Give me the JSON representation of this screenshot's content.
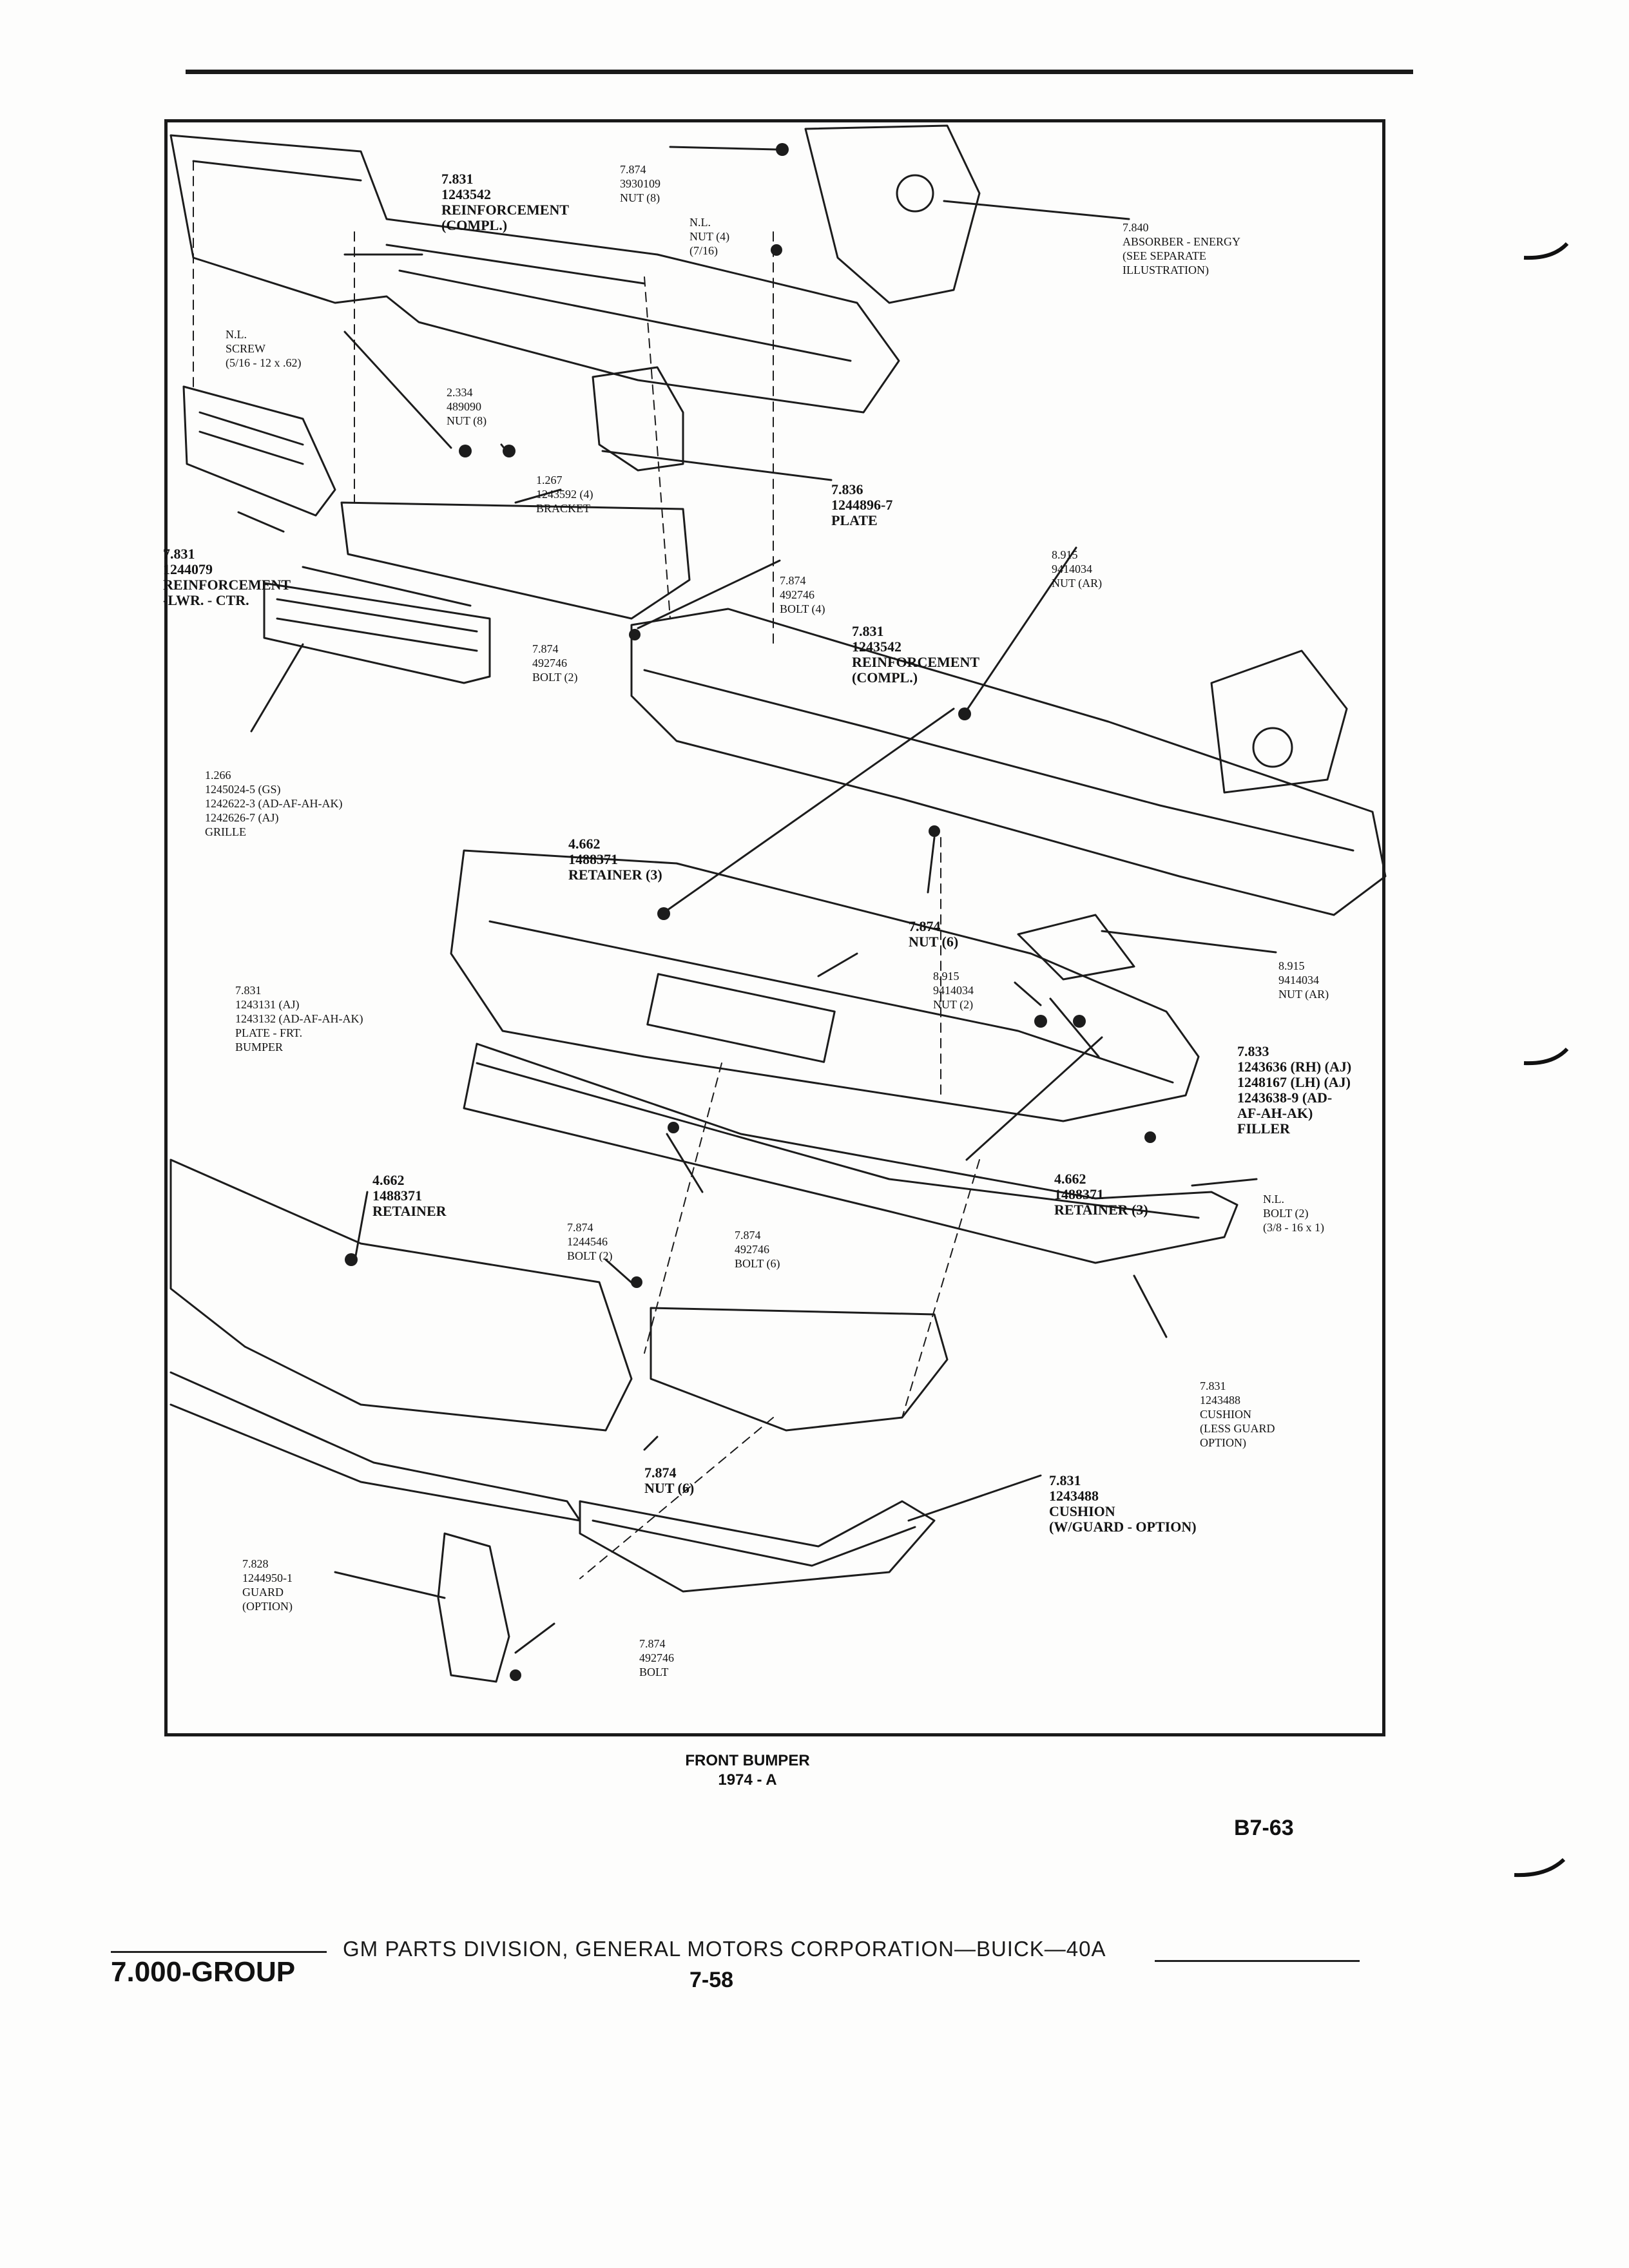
{
  "labels": {
    "reinf_compl_top": [
      "7.831",
      "1243542",
      "REINFORCEMENT",
      "(COMPL.)"
    ],
    "nut_top": [
      "7.874",
      "3930109",
      "NUT (8)"
    ],
    "nl_nut": [
      "N.L.",
      "NUT (4)",
      "(7/16)"
    ],
    "absorber": [
      "7.840",
      "ABSORBER - ENERGY",
      "(SEE SEPARATE",
      "ILLUSTRATION)"
    ],
    "nl_screw": [
      "N.L.",
      "SCREW",
      "(5/16 - 12 x .62)"
    ],
    "nut_2334": [
      "2.334",
      "489090",
      "NUT (8)"
    ],
    "bracket": [
      "1.267",
      "1243592 (4)",
      "BRACKET"
    ],
    "plate_836": [
      "7.836",
      "1244896-7",
      "PLATE"
    ],
    "reinf_lwr": [
      "7.831",
      "1244079",
      "REINFORCEMENT",
      "-LWR. - CTR."
    ],
    "nut_915_top": [
      "8.915",
      "9414034",
      "NUT (AR)"
    ],
    "bolt_4": [
      "7.874",
      "492746",
      "BOLT (4)"
    ],
    "reinf_compl_mid": [
      "7.831",
      "1243542",
      "REINFORCEMENT",
      "(COMPL.)"
    ],
    "bolt_2_left": [
      "7.874",
      "492746",
      "BOLT (2)"
    ],
    "grille": [
      "1.266",
      "1245024-5 (GS)",
      "1242622-3 (AD-AF-AH-AK)",
      "1242626-7 (AJ)",
      "GRILLE"
    ],
    "retainer_3_top": [
      "4.662",
      "1488371",
      "RETAINER (3)"
    ],
    "nut_6_top": [
      "7.874",
      "NUT (6)"
    ],
    "nut_915_right": [
      "8.915",
      "9414034",
      "NUT (AR)"
    ],
    "nut_915_2": [
      "8.915",
      "9414034",
      "NUT (2)"
    ],
    "plate_frt": [
      "7.831",
      "1243131 (AJ)",
      "1243132 (AD-AF-AH-AK)",
      "PLATE - FRT.",
      "BUMPER"
    ],
    "filler": [
      "7.833",
      "1243636 (RH) (AJ)",
      "1248167 (LH) (AJ)",
      "1243638-9 (AD-",
      "AF-AH-AK)",
      "FILLER"
    ],
    "retainer_left": [
      "4.662",
      "1488371",
      "RETAINER"
    ],
    "retainer_3_mid": [
      "4.662",
      "1488371",
      "RETAINER (3)"
    ],
    "nl_bolt": [
      "N.L.",
      "BOLT (2)",
      "(3/8 - 16 x 1)"
    ],
    "bolt_1244546": [
      "7.874",
      "1244546",
      "BOLT (2)"
    ],
    "bolt_6": [
      "7.874",
      "492746",
      "BOLT (6)"
    ],
    "cushion_less": [
      "7.831",
      "1243488",
      "CUSHION",
      "(LESS GUARD",
      "OPTION)"
    ],
    "nut_6_low": [
      "7.874",
      "NUT (6)"
    ],
    "cushion_guard": [
      "7.831",
      "1243488",
      "CUSHION",
      "(W/GUARD - OPTION)"
    ],
    "guard": [
      "7.828",
      "1244950-1",
      "GUARD",
      "(OPTION)"
    ],
    "bolt_low": [
      "7.874",
      "492746",
      "BOLT"
    ]
  },
  "caption": {
    "title": "FRONT BUMPER",
    "subtitle": "1974 - A"
  },
  "page_code": "B7-63",
  "footer": {
    "group": "7.000-GROUP",
    "publisher": "GM PARTS DIVISION,  GENERAL MOTORS CORPORATION—BUICK—40A",
    "page": "7-58"
  }
}
